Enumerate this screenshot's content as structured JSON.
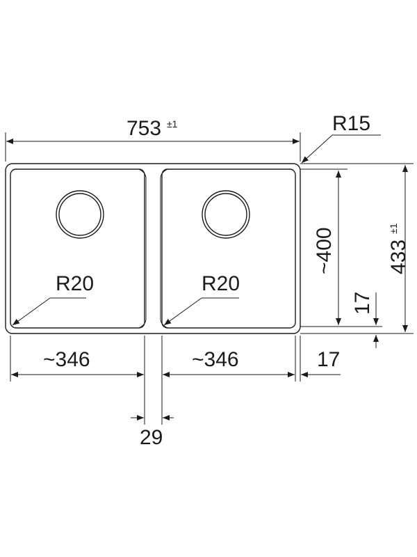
{
  "dimensions": {
    "overall_width": "753",
    "overall_width_tol": "±1",
    "corner_radius": "R15",
    "inner_depth": "~400",
    "overall_depth": "433",
    "overall_depth_tol": "±1",
    "rim_vertical": "17",
    "rim_horizontal": "17",
    "left_bowl_radius": "R20",
    "right_bowl_radius": "R20",
    "left_bowl_width": "~346",
    "right_bowl_width": "~346",
    "divider_width": "29"
  },
  "colors": {
    "line": "#1a1a1a",
    "background": "#ffffff"
  }
}
